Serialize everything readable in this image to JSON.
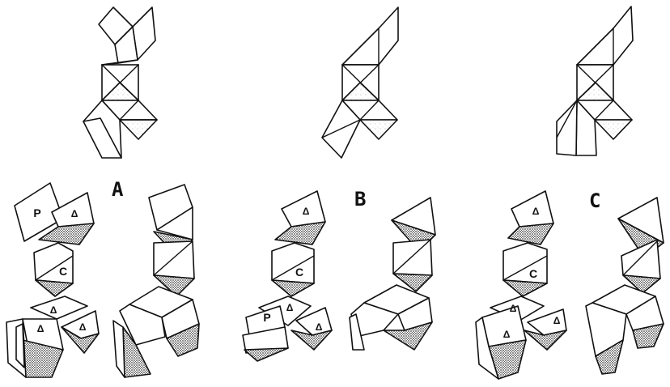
{
  "panels": [
    {
      "label": "A",
      "faces": [
        {
          "text": "P",
          "kind": "letter"
        },
        {
          "text": "Δ",
          "kind": "tri"
        },
        {
          "text": "C",
          "kind": "letter"
        },
        {
          "text": "Δ",
          "kind": "tri"
        },
        {
          "text": "Δ",
          "kind": "tri"
        },
        {
          "text": "Δ",
          "kind": "tri"
        }
      ]
    },
    {
      "label": "B",
      "faces": [
        {
          "text": "Δ",
          "kind": "tri"
        },
        {
          "text": "C",
          "kind": "letter"
        },
        {
          "text": "P",
          "kind": "letter"
        },
        {
          "text": "Δ",
          "kind": "tri"
        },
        {
          "text": "Δ",
          "kind": "tri"
        }
      ]
    },
    {
      "label": "C",
      "faces": [
        {
          "text": "Δ",
          "kind": "tri"
        },
        {
          "text": "C",
          "kind": "letter"
        },
        {
          "text": "Δ",
          "kind": "tri"
        },
        {
          "text": "Δ",
          "kind": "tri"
        },
        {
          "text": "Δ",
          "kind": "tri"
        }
      ]
    }
  ]
}
